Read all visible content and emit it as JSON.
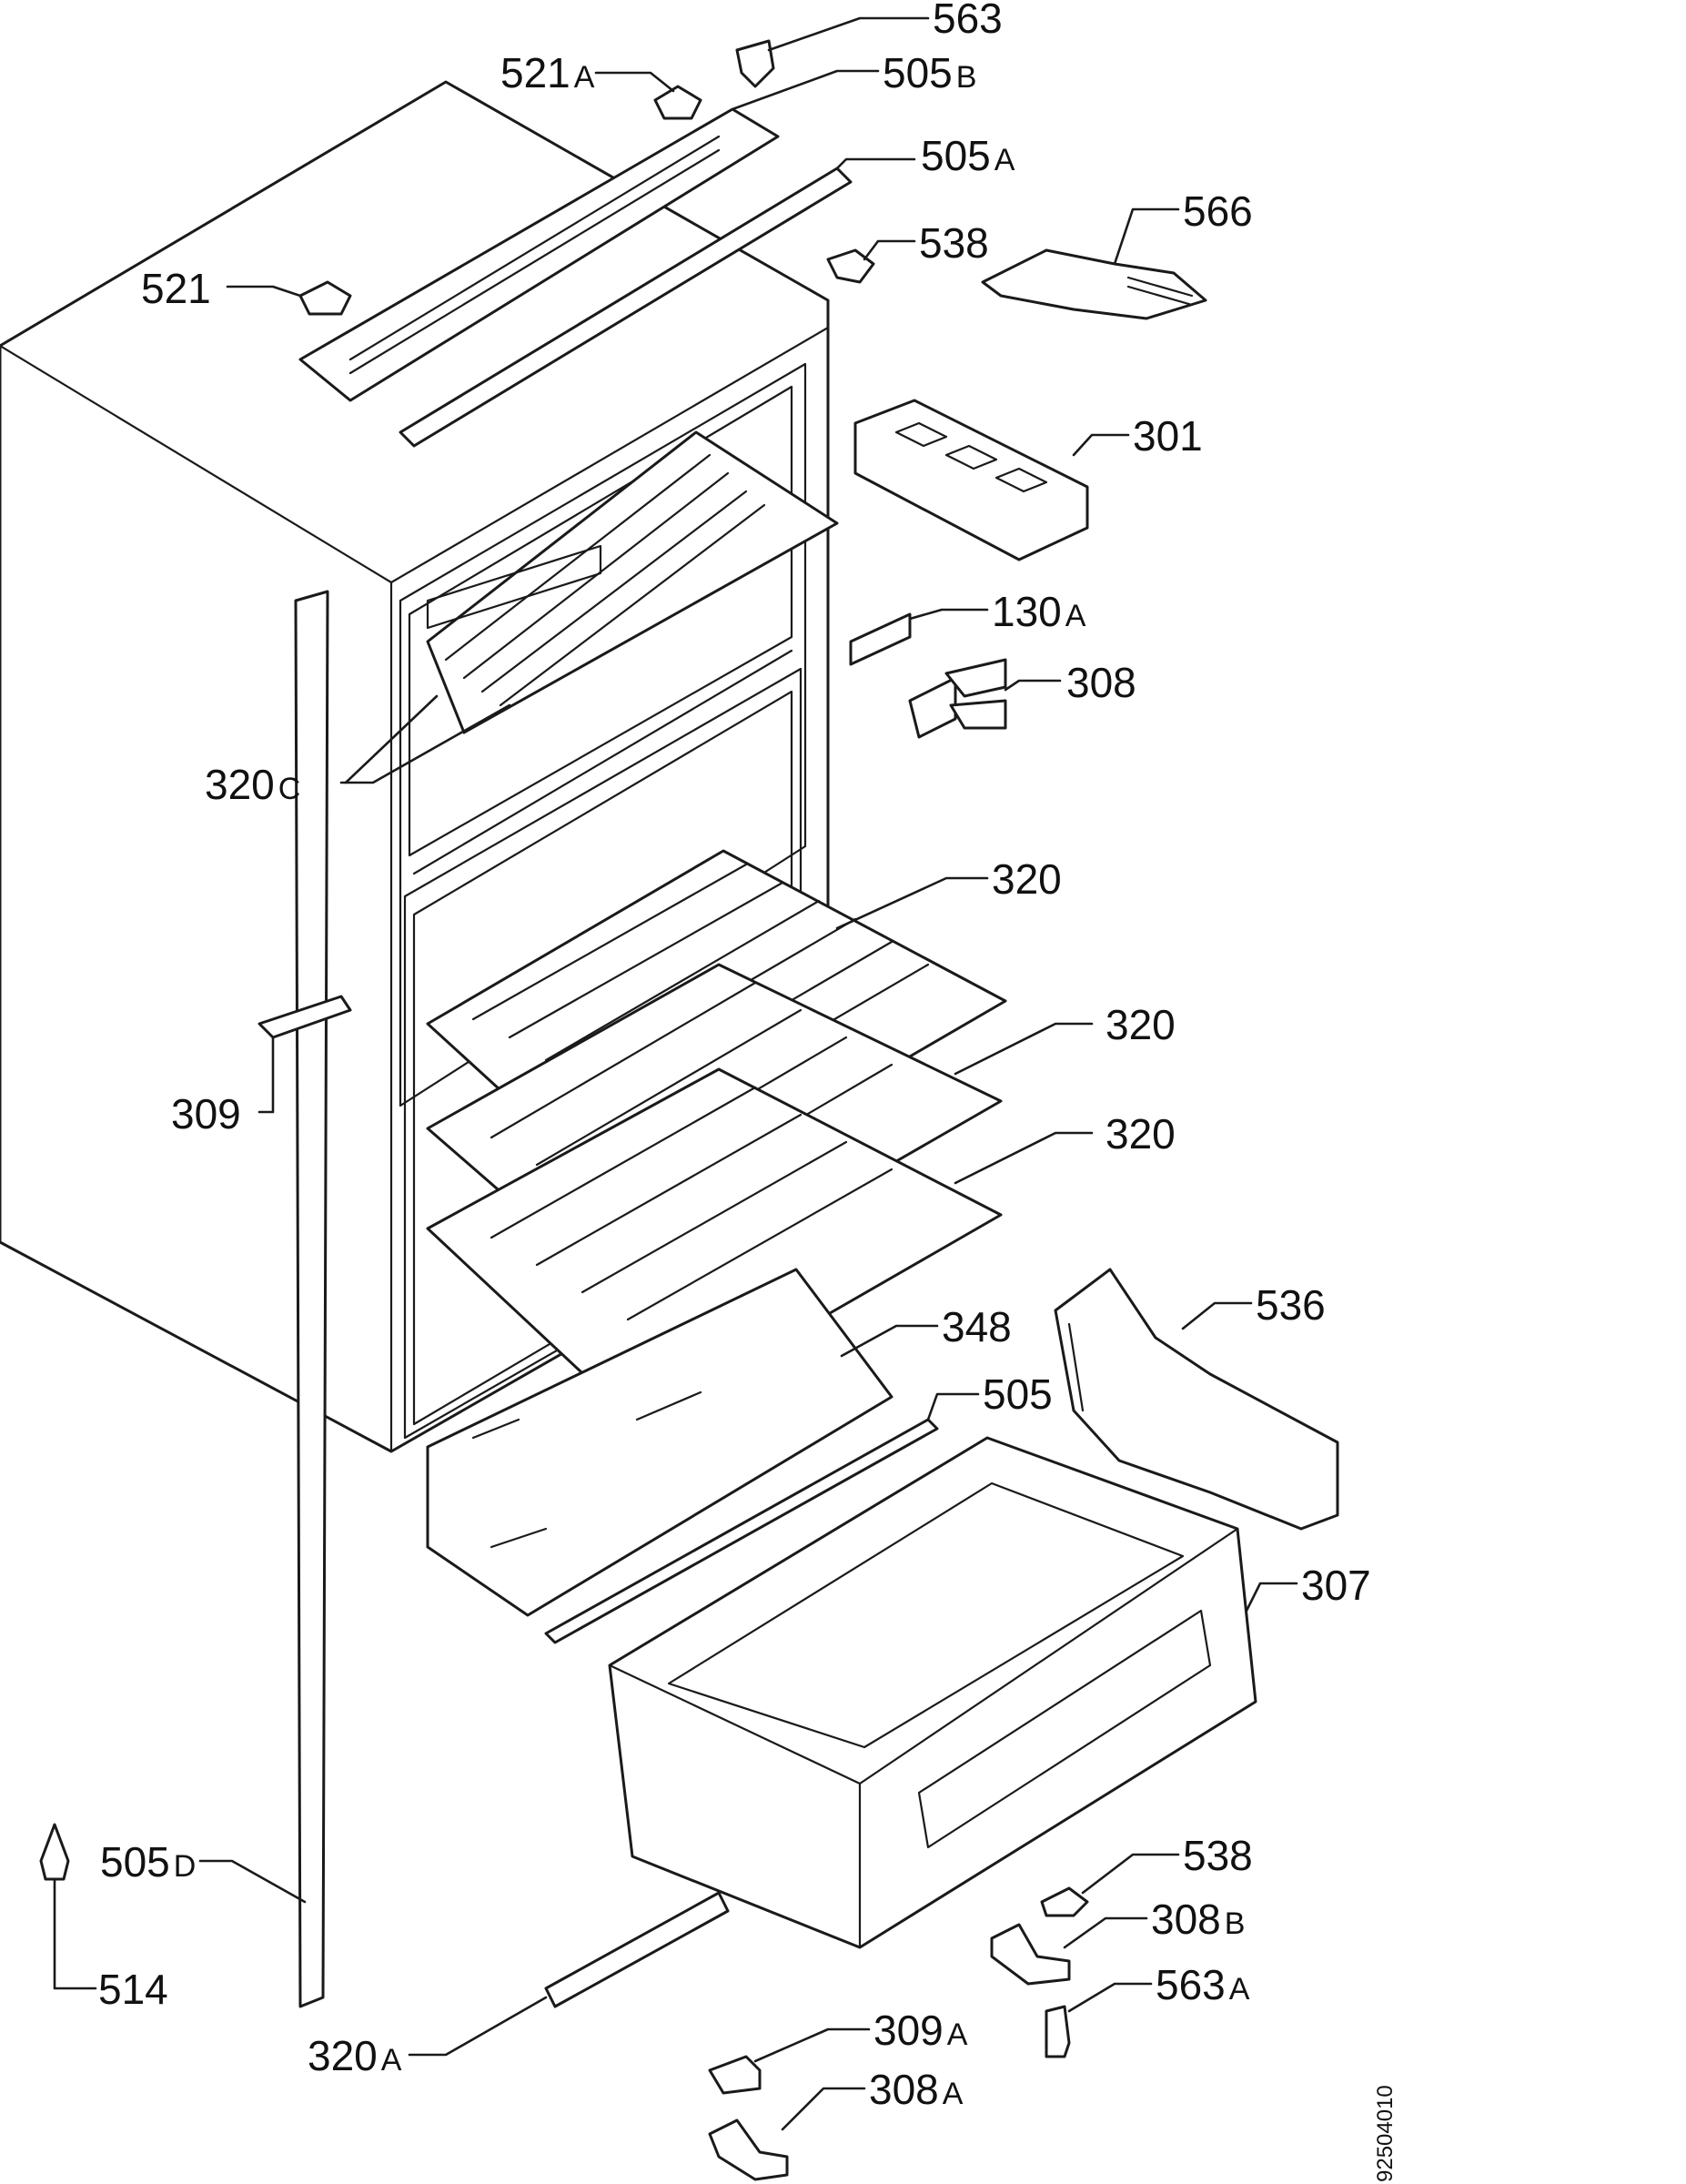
{
  "doc_number": "92504010",
  "labels": {
    "l563": {
      "num": "563",
      "suffix": ""
    },
    "l521a": {
      "num": "521",
      "suffix": "A"
    },
    "l505b": {
      "num": "505",
      "suffix": "B"
    },
    "l505a": {
      "num": "505",
      "suffix": "A"
    },
    "l566": {
      "num": "566",
      "suffix": ""
    },
    "l521": {
      "num": "521",
      "suffix": ""
    },
    "l538top": {
      "num": "538",
      "suffix": ""
    },
    "l301": {
      "num": "301",
      "suffix": ""
    },
    "l130a": {
      "num": "130",
      "suffix": "A"
    },
    "l308": {
      "num": "308",
      "suffix": ""
    },
    "l320c": {
      "num": "320",
      "suffix": "C"
    },
    "l320_1": {
      "num": "320",
      "suffix": ""
    },
    "l320_2": {
      "num": "320",
      "suffix": ""
    },
    "l320_3": {
      "num": "320",
      "suffix": ""
    },
    "l309": {
      "num": "309",
      "suffix": ""
    },
    "l536": {
      "num": "536",
      "suffix": ""
    },
    "l348": {
      "num": "348",
      "suffix": ""
    },
    "l505": {
      "num": "505",
      "suffix": ""
    },
    "l307": {
      "num": "307",
      "suffix": ""
    },
    "l505d": {
      "num": "505",
      "suffix": "D"
    },
    "l514": {
      "num": "514",
      "suffix": ""
    },
    "l538bot": {
      "num": "538",
      "suffix": ""
    },
    "l308b": {
      "num": "308",
      "suffix": "B"
    },
    "l563a": {
      "num": "563",
      "suffix": "A"
    },
    "l320a": {
      "num": "320",
      "suffix": "A"
    },
    "l309a": {
      "num": "309",
      "suffix": "A"
    },
    "l308a": {
      "num": "308",
      "suffix": "A"
    }
  }
}
